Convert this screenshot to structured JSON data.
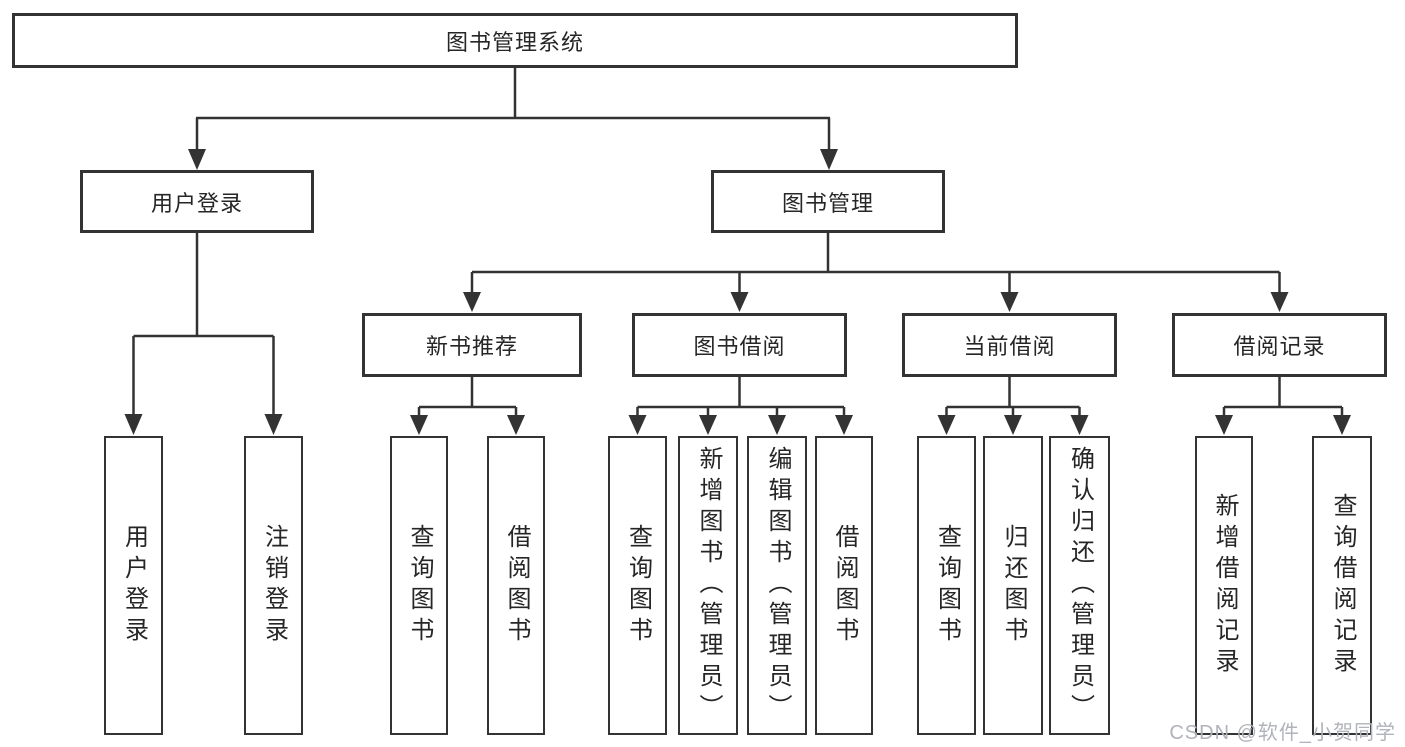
{
  "diagram": {
    "root": {
      "label": "图书管理系统"
    },
    "branches": [
      {
        "label": "用户登录",
        "children": [
          {
            "label": "用户登录"
          },
          {
            "label": "注销登录"
          }
        ]
      },
      {
        "label": "图书管理",
        "children": [
          {
            "label": "新书推荐",
            "children": [
              {
                "label": "查询图书"
              },
              {
                "label": "借阅图书"
              }
            ]
          },
          {
            "label": "图书借阅",
            "children": [
              {
                "label": "查询图书"
              },
              {
                "label": "新增图书（管理员）"
              },
              {
                "label": "编辑图书（管理员）"
              },
              {
                "label": "借阅图书"
              }
            ]
          },
          {
            "label": "当前借阅",
            "children": [
              {
                "label": "查询图书"
              },
              {
                "label": "归还图书"
              },
              {
                "label": "确认归还（管理员）"
              }
            ]
          },
          {
            "label": "借阅记录",
            "children": [
              {
                "label": "新增借阅记录"
              },
              {
                "label": "查询借阅记录"
              }
            ]
          }
        ]
      }
    ],
    "colors": {
      "line": "#333333",
      "node_border": "#333333",
      "text": "#262626",
      "background": "#ffffff",
      "watermark": "#b0b3ba"
    }
  },
  "watermark": {
    "text": "CSDN @软件_小贺同学"
  }
}
